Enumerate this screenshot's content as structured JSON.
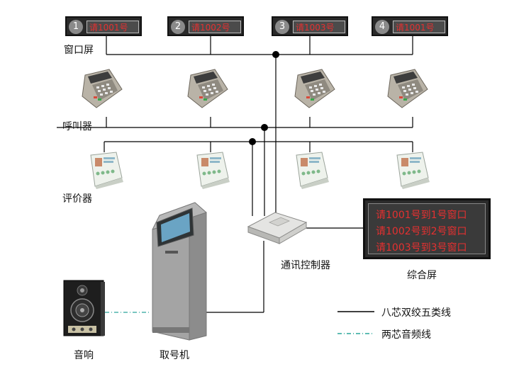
{
  "windows": [
    {
      "num": "1",
      "text": "请1001号"
    },
    {
      "num": "2",
      "text": "请1002号"
    },
    {
      "num": "3",
      "text": "请1003号"
    },
    {
      "num": "4",
      "text": "请1001号"
    }
  ],
  "labels": {
    "window_screen": "窗口屏",
    "caller": "呼叫器",
    "evaluator": "评价器",
    "controller": "通讯控制器",
    "integrated_screen": "综合屏",
    "speaker": "音响",
    "ticket_machine": "取号机"
  },
  "integrated_screen_lines": [
    "请1001号到1号窗口",
    "请1002号到2号窗口",
    "请1003号到3号窗口"
  ],
  "legend": {
    "solid": "八芯双绞五类线",
    "dashdot": "两芯音频线"
  }
}
